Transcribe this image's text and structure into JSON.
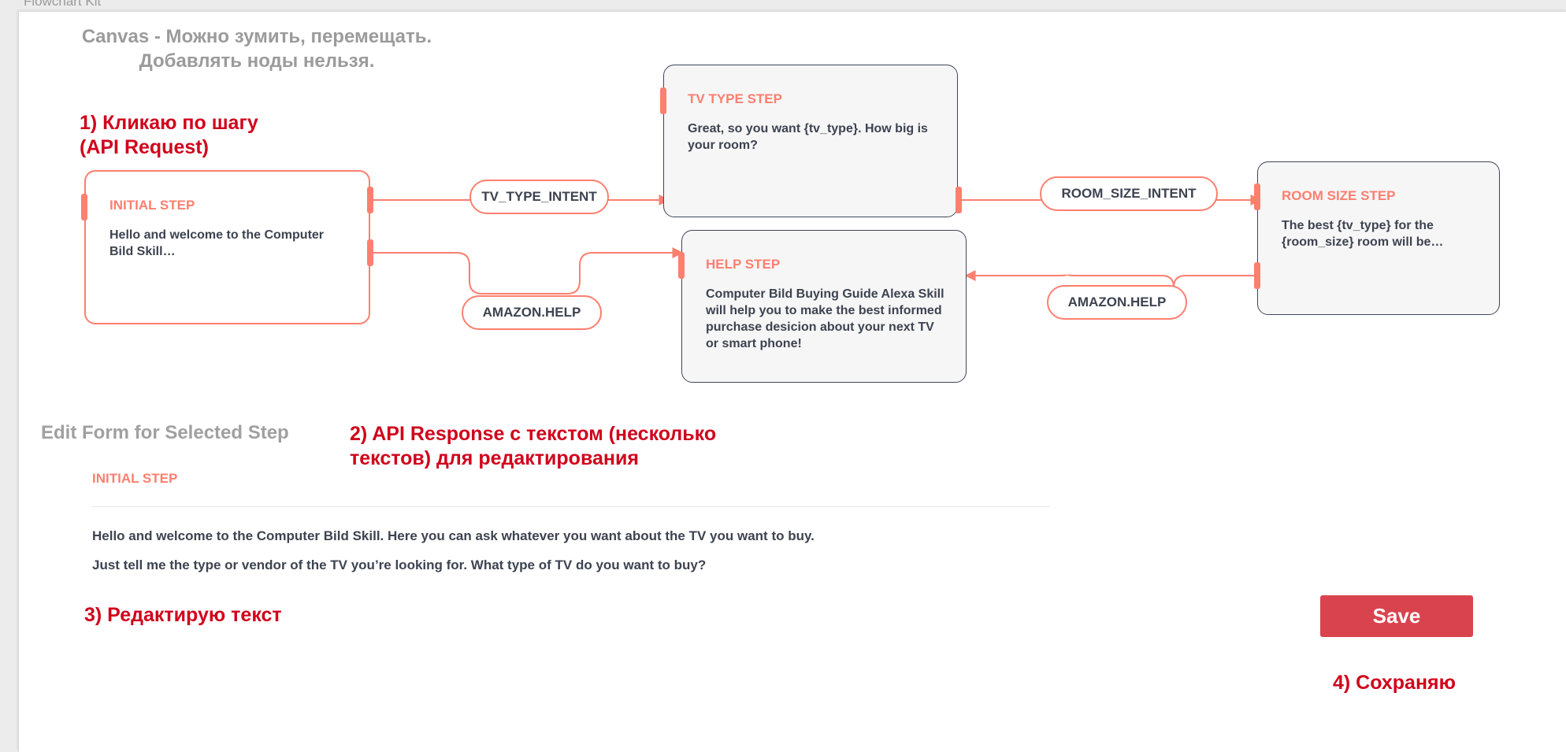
{
  "app": {
    "title": "Flowchart Kit"
  },
  "annotations": {
    "canvas_note": "Canvas - Можно зумить, перемещать.\nДобавлять ноды нельзя.",
    "step1": "1) Кликаю по шагу\n     (API Request)",
    "step2": "2) API Response с текстом (несколько\n        текстов) для редактирования",
    "step3": "3) Редактирую текст",
    "step4": "4) Сохраняю"
  },
  "flowchart": {
    "nodes": [
      {
        "id": "initial",
        "title": "INITIAL STEP",
        "text": "Hello and welcome to the Computer Bild Skill…",
        "selected": true
      },
      {
        "id": "tv_type",
        "title": "TV TYPE STEP",
        "text": "Great, so you want {tv_type}. How big is your room?",
        "selected": false
      },
      {
        "id": "help",
        "title": "HELP STEP",
        "text": "Computer Bild Buying Guide Alexa Skill will help you to make the best informed purchase desicion about your next TV or smart phone!",
        "selected": false
      },
      {
        "id": "room_size",
        "title": "ROOM SIZE STEP",
        "text": "The best {tv_type} for the {room_size} room will be…",
        "selected": false
      }
    ],
    "edges": [
      {
        "label": "TV_TYPE_INTENT",
        "from": "initial",
        "to": "tv_type"
      },
      {
        "label": "AMAZON.HELP",
        "from": "initial",
        "to": "help"
      },
      {
        "label": "ROOM_SIZE_INTENT",
        "from": "tv_type",
        "to": "room_size"
      },
      {
        "label": "AMAZON.HELP",
        "from": "room_size",
        "to": "help"
      }
    ],
    "colors": {
      "accent": "#fd7f6f",
      "node_border": "#3f4658",
      "node_fill": "#f6f6f7"
    }
  },
  "edit_form": {
    "heading": "Edit Form for Selected Step",
    "step_title": "INITIAL STEP",
    "texts": [
      "Hello and welcome to the Computer Bild Skill. Here you can ask whatever you want about the TV you want to buy.",
      "Just tell me the type or vendor of the TV you’re looking for. What type of TV do you want to buy?"
    ],
    "save_label": "Save",
    "save_color": "#d9434e"
  }
}
